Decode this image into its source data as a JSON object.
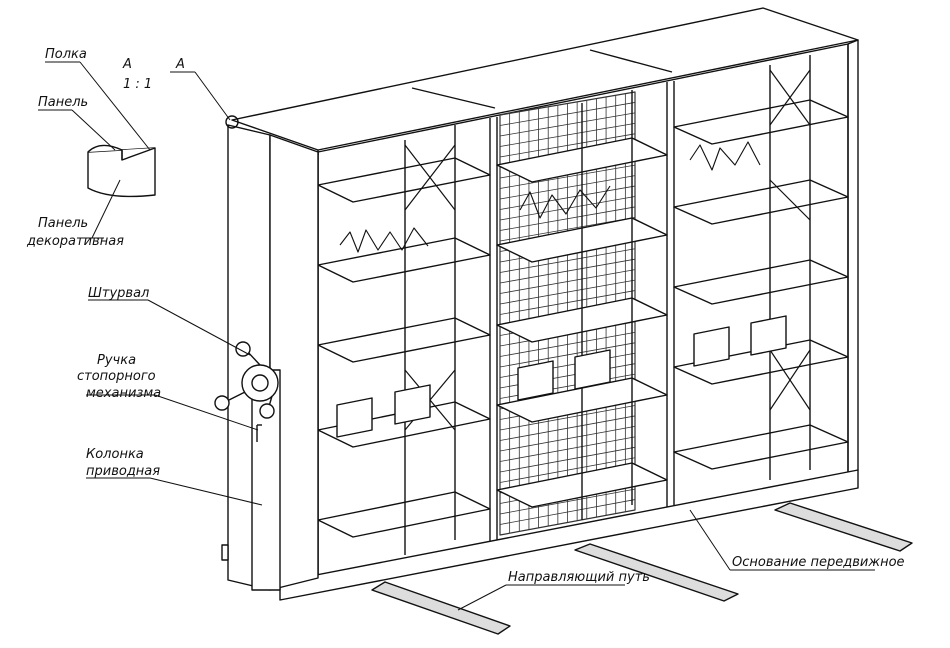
{
  "callouts": {
    "detail_title": "А",
    "detail_scale": "1 : 1",
    "view_marker": "А",
    "shelf": "Полка",
    "panel": "Панель",
    "decor_line1": "Панель",
    "decor_line2": "декоративная",
    "handwheel": "Штурвал",
    "lock_line1": "Ручка",
    "lock_line2": "стопорного",
    "lock_line3": "механизма",
    "drive_line1": "Колонка",
    "drive_line2": "приводная",
    "rail": "Направляющий путь",
    "base": "Основание передвижное"
  },
  "colors": {
    "line": "#111111",
    "mesh": "#333333",
    "background": "#ffffff"
  }
}
